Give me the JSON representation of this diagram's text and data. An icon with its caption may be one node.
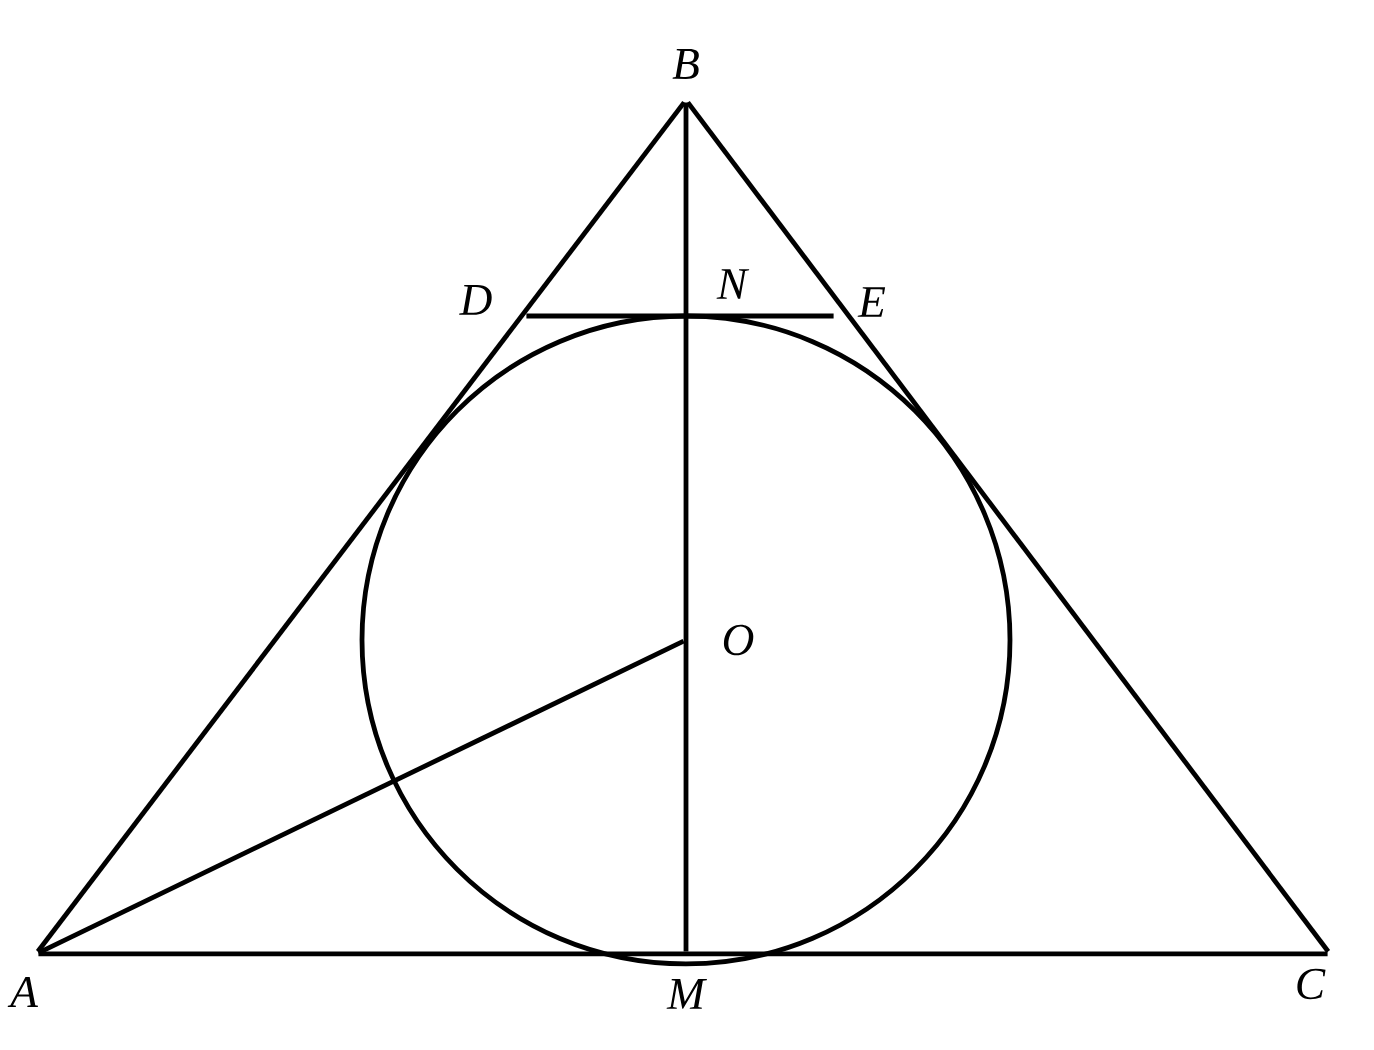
{
  "diagram": {
    "nodes": [
      {
        "text": [
          "B"
        ]
      },
      {
        "text": [
          "D"
        ]
      },
      {
        "text": [
          "N"
        ]
      },
      {
        "text": [
          "E"
        ]
      },
      {
        "text": [
          "O"
        ]
      },
      {
        "text": [
          "A"
        ]
      },
      {
        "text": [
          "M"
        ]
      },
      {
        "text": [
          "C"
        ]
      }
    ],
    "edges": [
      {
        "from": 5,
        "to": 0,
        "arrow": "none"
      },
      {
        "from": 0,
        "to": 7,
        "arrow": "none"
      },
      {
        "from": 5,
        "to": 7,
        "arrow": "none"
      },
      {
        "from": 0,
        "to": 6,
        "arrow": "none"
      },
      {
        "from": 1,
        "to": 3,
        "arrow": "none"
      },
      {
        "from": 5,
        "to": 4,
        "arrow": "none"
      }
    ]
  }
}
